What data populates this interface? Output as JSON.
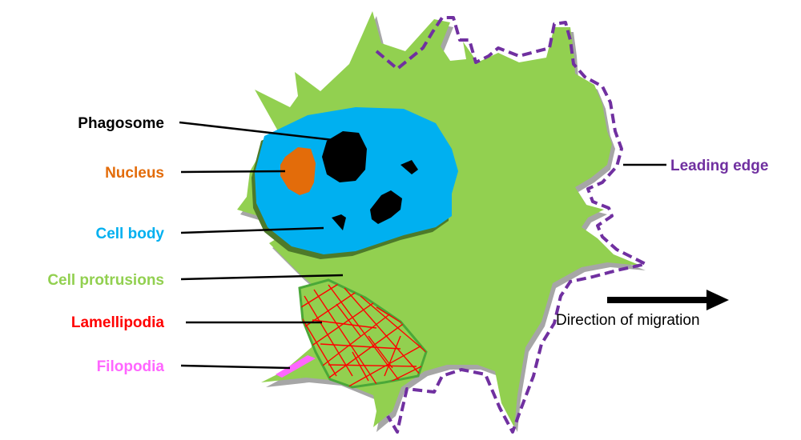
{
  "labels": {
    "phagosome": "Phagosome",
    "nucleus": "Nucleus",
    "cell_body": "Cell body",
    "cell_protrusions": "Cell protrusions",
    "lamellipodia": "Lamellipodia",
    "filopodia": "Filopodia",
    "leading_edge": "Leading edge",
    "direction": "Direction of migration"
  },
  "colors": {
    "phagosome": "#000000",
    "nucleus": "#e36c0a",
    "cell_body": "#00b0f0",
    "cell_protrusions": "#92d050",
    "lamellipodia": "#ff0000",
    "filopodia": "#ff66ff",
    "leading_edge": "#7030a0",
    "direction": "#000000",
    "cell_fill": "#92d050",
    "cell_shadow": "#a6a6a6",
    "body_fill": "#00b0f0",
    "nucleus_fill": "#e36c0a",
    "lamellipodia_border": "#4aa838",
    "filopodia_fill": "#ff66ff"
  }
}
